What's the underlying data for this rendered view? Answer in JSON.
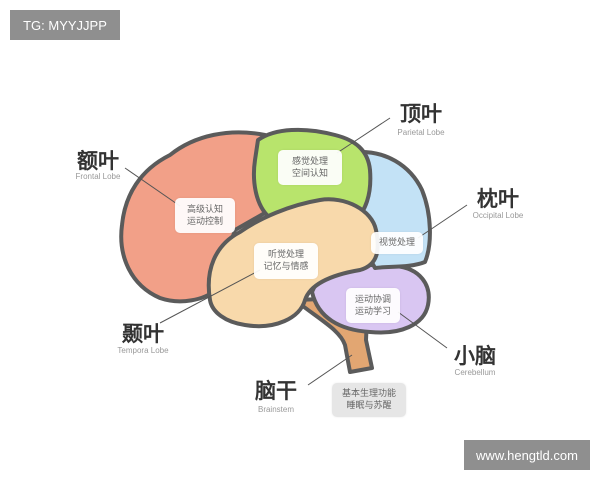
{
  "watermarks": {
    "top_left": "TG: MYYJJPP",
    "bottom_right": "www.hengtld.com"
  },
  "colors": {
    "frontal": "#f2a088",
    "parietal": "#b8e46c",
    "occipital": "#c3e2f6",
    "temporal": "#f8d9ab",
    "cerebellum": "#d9c6f2",
    "brainstem": "#e2a672",
    "outline": "#5b5b5b"
  },
  "lobes": {
    "frontal": {
      "name": "额叶",
      "english": "Frontal Lobe",
      "functions": [
        "高级认知",
        "运动控制"
      ]
    },
    "parietal": {
      "name": "顶叶",
      "english": "Parietal Lobe",
      "functions": [
        "感觉处理",
        "空间认知"
      ]
    },
    "occipital": {
      "name": "枕叶",
      "english": "Occipital Lobe",
      "functions": [
        "视觉处理"
      ]
    },
    "temporal": {
      "name": "颞叶",
      "english": "Tempora Lobe",
      "functions": [
        "听觉处理",
        "记忆与情感"
      ]
    },
    "cerebellum": {
      "name": "小脑",
      "english": "Cerebellum",
      "functions": [
        "运动协调",
        "运动学习"
      ]
    },
    "brainstem": {
      "name": "脑干",
      "english": "Brainstem",
      "functions": [
        "基本生理功能",
        "睡眠与苏醒"
      ]
    }
  }
}
